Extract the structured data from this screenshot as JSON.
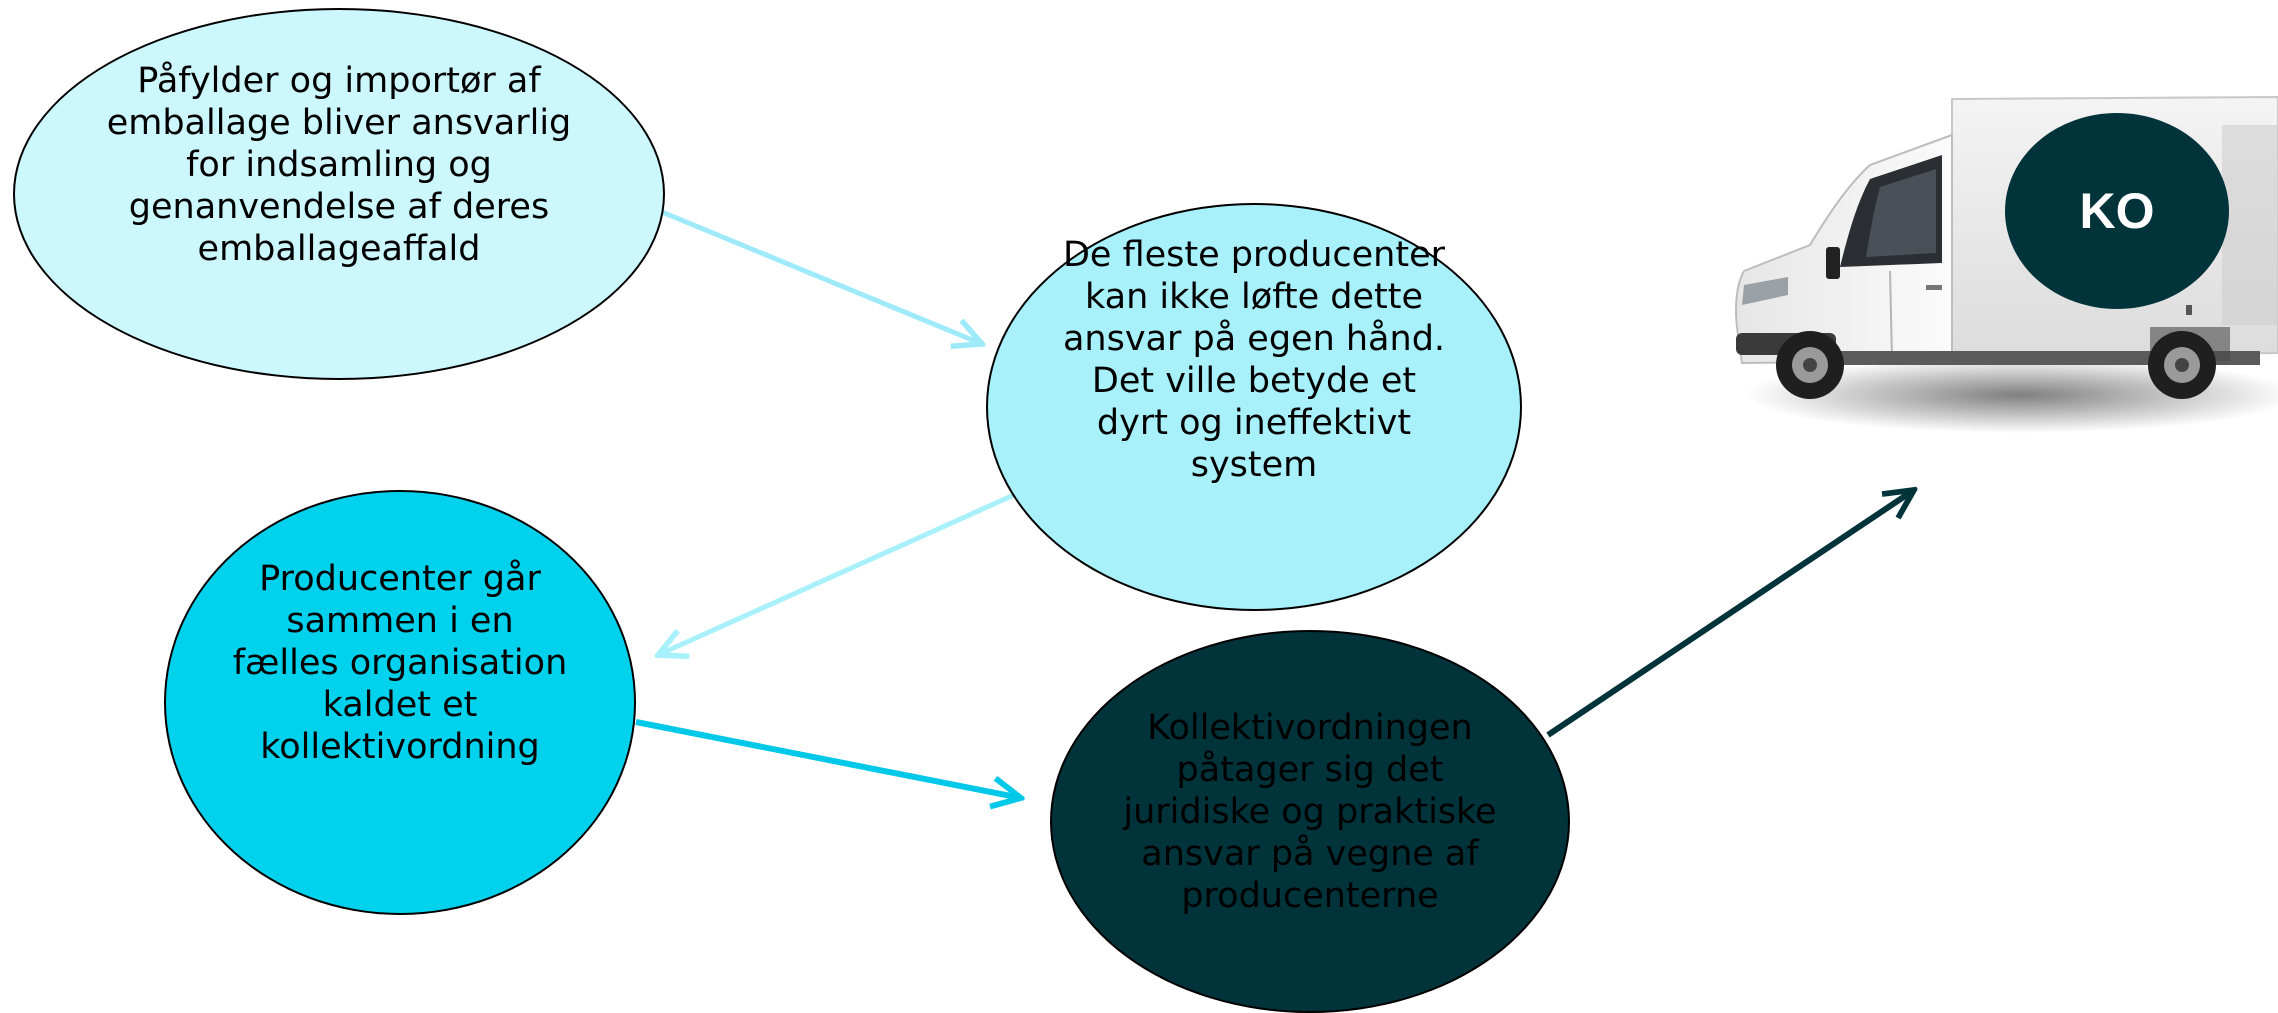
{
  "colors": {
    "ellipse1_fill": "#ccf7fd",
    "ellipse2_fill": "#a8f1fb",
    "ellipse3_fill": "#00d2ee",
    "ellipse4_fill": "#01333a",
    "ellipse4_text": "#000000",
    "arrow1": "#9eeafb",
    "arrow2": "#a8f1fb",
    "arrow3": "#00c8e8",
    "arrow4": "#01333a",
    "badge_fill": "#01333a",
    "badge_text": "#ffffff"
  },
  "nodes": {
    "n1": {
      "text": "Påfylder og importør af\nemballage bliver ansvarlig\nfor indsamling og\ngenanvendelse af deres\nemballageaffald"
    },
    "n2": {
      "text": "De fleste producenter\nkan ikke løfte dette\nansvar på egen hånd.\nDet ville betyde et\ndyrt og ineffektivt\nsystem"
    },
    "n3": {
      "text": "Producenter går\nsammen i en\nfælles organisation\nkaldet et\nkollektivordning"
    },
    "n4": {
      "text": "Kollektivordningen\npåtager sig det\njuridiske og praktiske\nansvar på vegne af\nproducenterne"
    }
  },
  "edges": [
    {
      "from": "n1",
      "to": "n2"
    },
    {
      "from": "n2",
      "to": "n3"
    },
    {
      "from": "n3",
      "to": "n4"
    },
    {
      "from": "n4",
      "to": "truck"
    }
  ],
  "truck": {
    "icon": "delivery-truck-icon",
    "badge_label": "KO"
  }
}
